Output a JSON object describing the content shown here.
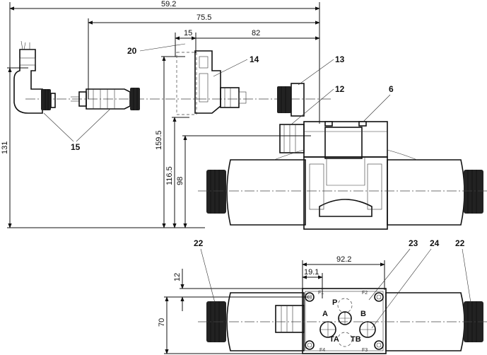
{
  "dimensions": {
    "width_overall": "59.2",
    "width_connector": "75.5",
    "offset_15": "15",
    "offset_82": "82",
    "height_131": "131",
    "height_159_5": "159.5",
    "height_116_5": "116.5",
    "height_98": "98",
    "width_92_2": "92.2",
    "width_19_1": "19.1",
    "height_12": "12",
    "height_70": "70"
  },
  "callouts": {
    "c20": "20",
    "c14": "14",
    "c13": "13",
    "c12": "12",
    "c6": "6",
    "c15": "15",
    "c22_left": "22",
    "c23": "23",
    "c24": "24",
    "c22_right": "22"
  },
  "ports": {
    "p": "P",
    "a": "A",
    "b": "B",
    "ta": "TA",
    "tb": "TB"
  },
  "fixing_holes": {
    "f1": "F1",
    "f2": "F2",
    "f3": "F3",
    "f4": "F4"
  }
}
